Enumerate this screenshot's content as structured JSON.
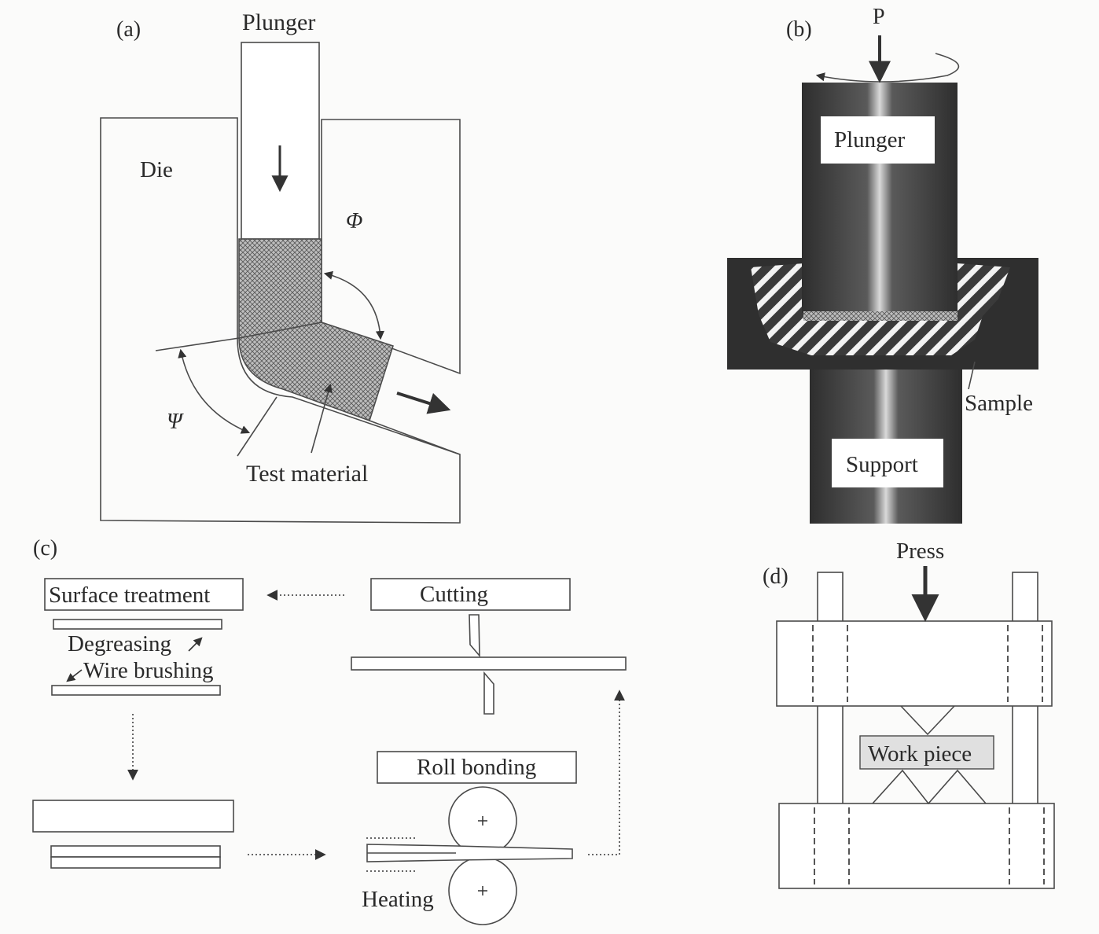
{
  "panel_a": {
    "tag": "(a)",
    "plunger": "Plunger",
    "die": "Die",
    "phi": "Φ",
    "psi": "Ψ",
    "test_material": "Test material"
  },
  "panel_b": {
    "tag": "(b)",
    "force": "P",
    "plunger": "Plunger",
    "sample": "Sample",
    "support": "Support"
  },
  "panel_c": {
    "tag": "(c)",
    "surface_treatment": "Surface treatment",
    "degreasing": "Degreasing",
    "wire_brushing": "Wire brushing",
    "cutting": "Cutting",
    "roll_bonding": "Roll bonding",
    "heating": "Heating"
  },
  "panel_d": {
    "tag": "(d)",
    "press": "Press",
    "work_piece": "Work piece"
  },
  "colors": {
    "ink": "#2a2a2a",
    "dark_metal": "#3a3a3a",
    "hatch_fill": "#9a9a9a"
  }
}
